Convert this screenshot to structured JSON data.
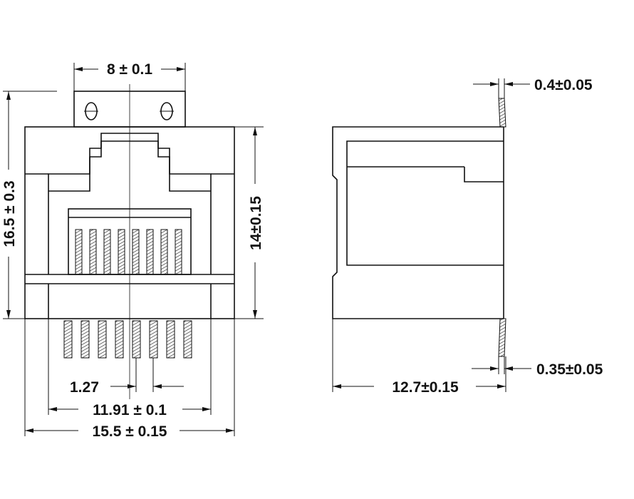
{
  "front_view": {
    "dim_top_width": "8 ± 0.1",
    "dim_height_total": "16.5 ± 0.3",
    "dim_height_body": "14±0.15",
    "dim_pitch": "1.27",
    "dim_pin_span": "11.91 ± 0.1",
    "dim_body_width": "15.5 ± 0.15"
  },
  "side_view": {
    "dim_tab_thickness": "0.4±0.05",
    "dim_pin_thickness": "0.35±0.05",
    "dim_depth": "12.7±0.15"
  },
  "colors": {
    "line": "#111111",
    "background": "#ffffff"
  }
}
